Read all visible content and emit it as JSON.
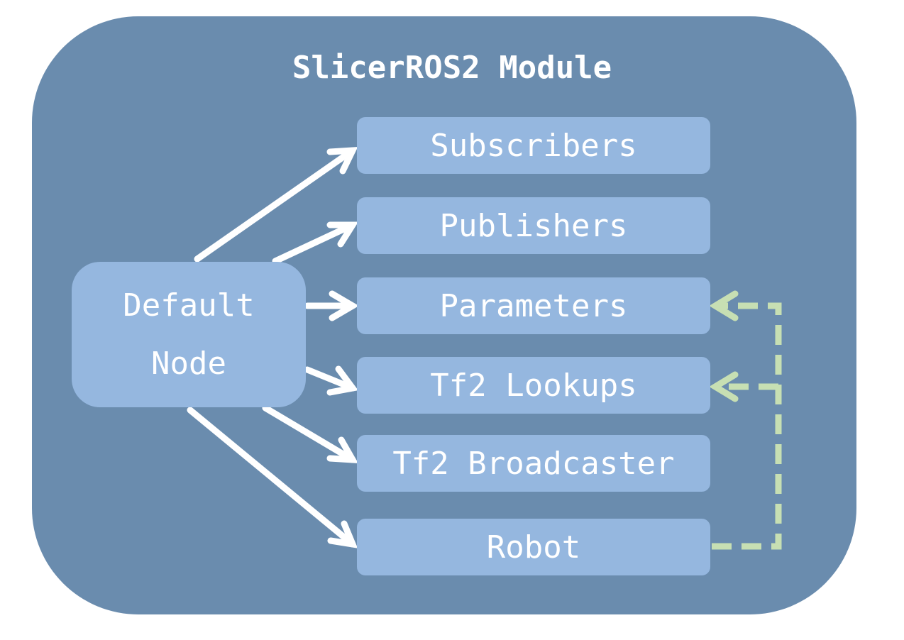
{
  "diagram": {
    "title": "SlicerROS2 Module",
    "node": {
      "line1": "Default",
      "line2": "Node"
    },
    "components": [
      {
        "label": "Subscribers"
      },
      {
        "label": "Publishers"
      },
      {
        "label": "Parameters"
      },
      {
        "label": "Tf2 Lookups"
      },
      {
        "label": "Tf2 Broadcaster"
      },
      {
        "label": "Robot"
      }
    ]
  },
  "colors": {
    "module_background": "#6a8cae",
    "box_fill": "#95b7df",
    "text": "#ffffff",
    "solid_arrow": "#ffffff",
    "dashed_arrow": "#c7dfb3"
  }
}
